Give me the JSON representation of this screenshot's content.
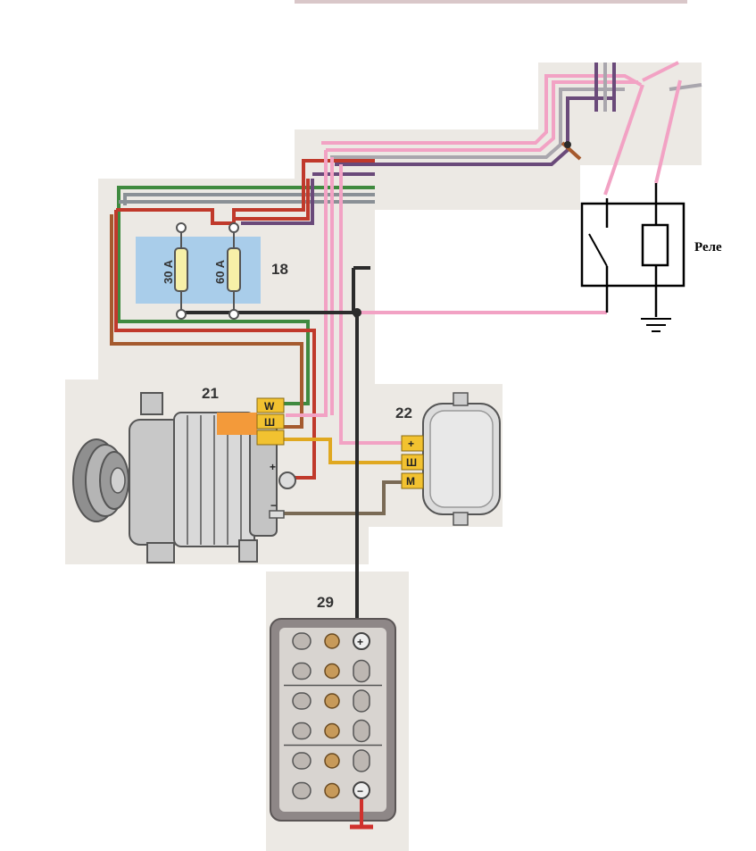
{
  "colors": {
    "wire_pink": "#f2a2c4",
    "wire_red": "#c0392b",
    "wire_brown": "#a55a2e",
    "wire_green": "#3f8a3f",
    "wire_gray": "#8a9096",
    "wire_purple": "#6a4a7a",
    "wire_black": "#2b2b2b",
    "wire_yellow": "#e0a820",
    "terminal_yellow": "#f2c230",
    "fuse_block_blue": "#a9cdea",
    "panel_bg": "#ece9e4",
    "ground_red": "#d0312d"
  },
  "fuse_block": {
    "number": "18",
    "fuses": [
      {
        "rating": "30 A"
      },
      {
        "rating": "60 A"
      }
    ]
  },
  "generator": {
    "number": "21",
    "terminals": [
      "W",
      "Ш",
      "+",
      "−"
    ]
  },
  "regulator": {
    "number": "22",
    "terminals": [
      "+",
      "Ш",
      "М"
    ]
  },
  "battery": {
    "number": "29",
    "plus": "+",
    "minus": "−"
  },
  "relay": {
    "label": "Реле"
  }
}
